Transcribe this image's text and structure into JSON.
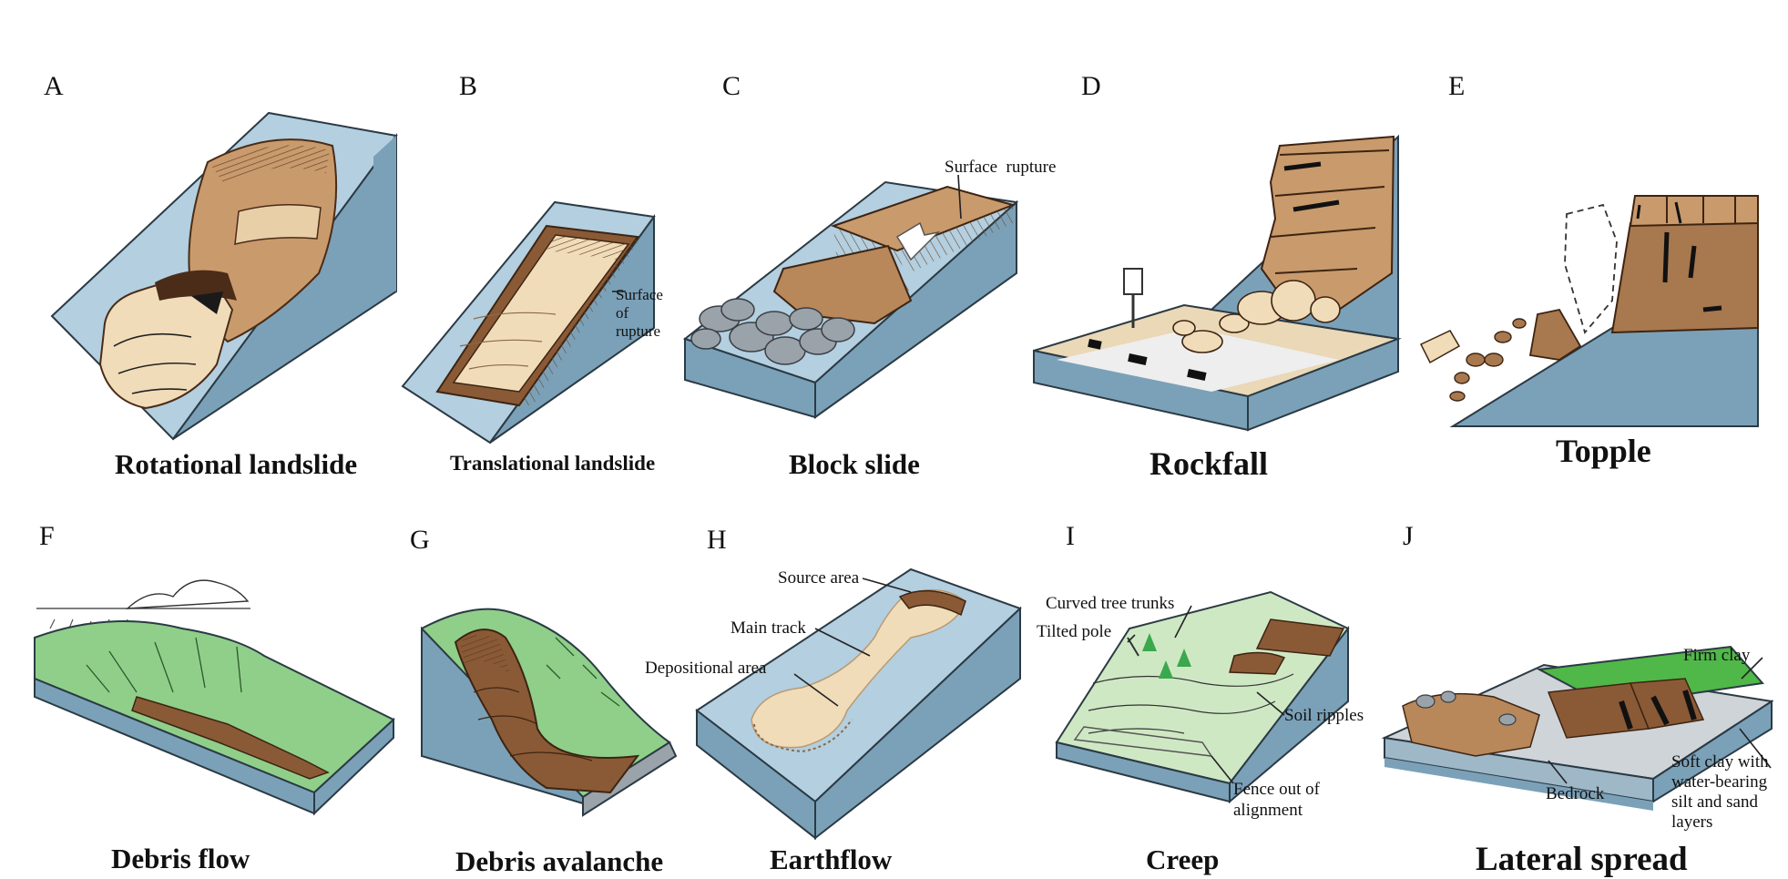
{
  "colors": {
    "slope_top": "#b3cfe0",
    "slope_side": "#7ba1b8",
    "soil_light": "#f1dcb9",
    "soil_mid": "#c99a6c",
    "soil_dark": "#8a5a36",
    "grass": "#8fcf8a",
    "grass_bright": "#4fb848",
    "rock_grey": "#9aa2aa"
  },
  "panels": [
    {
      "letter": "A",
      "title": "Rotational landslide"
    },
    {
      "letter": "B",
      "title": "Translational landslide",
      "labels": {
        "rupture": "Surface\nof\nrupture"
      }
    },
    {
      "letter": "C",
      "title": "Block slide",
      "labels": {
        "rupture": "Surface  rupture"
      }
    },
    {
      "letter": "D",
      "title": "Rockfall"
    },
    {
      "letter": "E",
      "title": "Topple"
    },
    {
      "letter": "F",
      "title": "Debris flow"
    },
    {
      "letter": "G",
      "title": "Debris avalanche"
    },
    {
      "letter": "H",
      "title": "Earthflow",
      "labels": {
        "source": "Source area",
        "track": "Main track",
        "deposit": "Depositional area"
      }
    },
    {
      "letter": "I",
      "title": "Creep",
      "labels": {
        "trees": "Curved tree trunks",
        "pole": "Tilted pole",
        "ripples": "Soil ripples",
        "fence": "Fence out of\nalignment"
      }
    },
    {
      "letter": "J",
      "title": "Lateral spread",
      "labels": {
        "firm": "Firm clay",
        "soft": "Soft clay with\nwater-bearing\nsilt and sand\nlayers",
        "bedrock": "Bedrock"
      }
    }
  ]
}
